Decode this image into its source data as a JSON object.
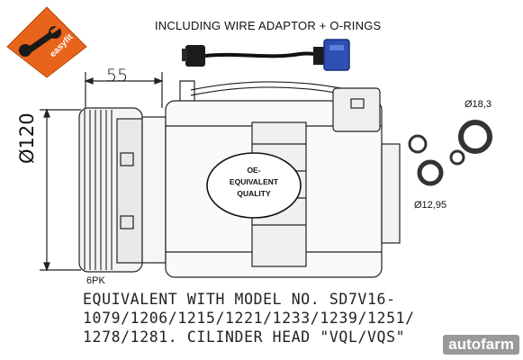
{
  "top_caption": "INCLUDING WIRE ADAPTOR + O-RINGS",
  "dimensions": {
    "width_label": "55",
    "diameter_label": "Ø120",
    "pulley_label": "6PK",
    "oring_large": "Ø18,3",
    "oring_small": "Ø12,95"
  },
  "badge": {
    "line1": "OE-",
    "line2": "EQUIVALENT",
    "line3": "QUALITY"
  },
  "brand_logo_text": "easyfit",
  "bottom_text": {
    "line1": "EQUIVALENT WITH MODEL NO. SD7V16-",
    "line2": "1079/1206/1215/1221/1233/1239/1251/",
    "line3": "1278/1281. CILINDER HEAD \"VQL/VQS\""
  },
  "watermark": "autofarm",
  "colors": {
    "logo_orange": "#e8641b",
    "connector_blue": "#2e4fb3",
    "line": "#222222"
  }
}
